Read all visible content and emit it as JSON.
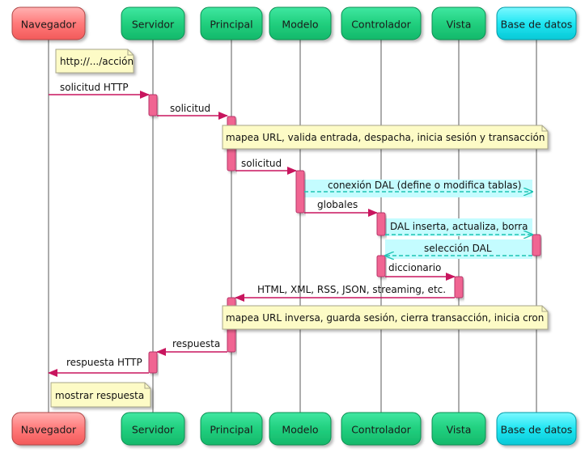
{
  "participants": [
    {
      "id": "navegador",
      "label": "Navegador",
      "color": "red"
    },
    {
      "id": "servidor",
      "label": "Servidor",
      "color": "green"
    },
    {
      "id": "principal",
      "label": "Principal",
      "color": "green"
    },
    {
      "id": "modelo",
      "label": "Modelo",
      "color": "green"
    },
    {
      "id": "controlador",
      "label": "Controlador",
      "color": "green"
    },
    {
      "id": "vista",
      "label": "Vista",
      "color": "green"
    },
    {
      "id": "base_de_datos",
      "label": "Base de datos",
      "color": "cyan"
    }
  ],
  "messages": [
    {
      "label": "solicitud  HTTP"
    },
    {
      "label": "solicitud"
    },
    {
      "label": "solicitud"
    },
    {
      "label": "conexión DAL (define o modifica tablas)"
    },
    {
      "label": "globales"
    },
    {
      "label": "DAL inserta, actualiza, borra"
    },
    {
      "label": "selección DAL"
    },
    {
      "label": "diccionario"
    },
    {
      "label": "HTML, XML, RSS, JSON, streaming, etc."
    },
    {
      "label": "respuesta"
    },
    {
      "label": "respuesta HTTP"
    }
  ],
  "notes": [
    {
      "label": "http://.../acción"
    },
    {
      "label": "mapea URL, valida entrada, despacha, inicia sesión y transacción"
    },
    {
      "label": "mapea URL inversa, guarda sesión, cierra transacción, inicia cron"
    },
    {
      "label": "mostrar respuesta"
    }
  ],
  "colors": {
    "message_arrow": "#c8155e",
    "dal_arrow": "#1fc4b4",
    "dal_highlight": "#c4fcff",
    "activation": "#f06592",
    "note_fill": "#fdfbc6"
  }
}
